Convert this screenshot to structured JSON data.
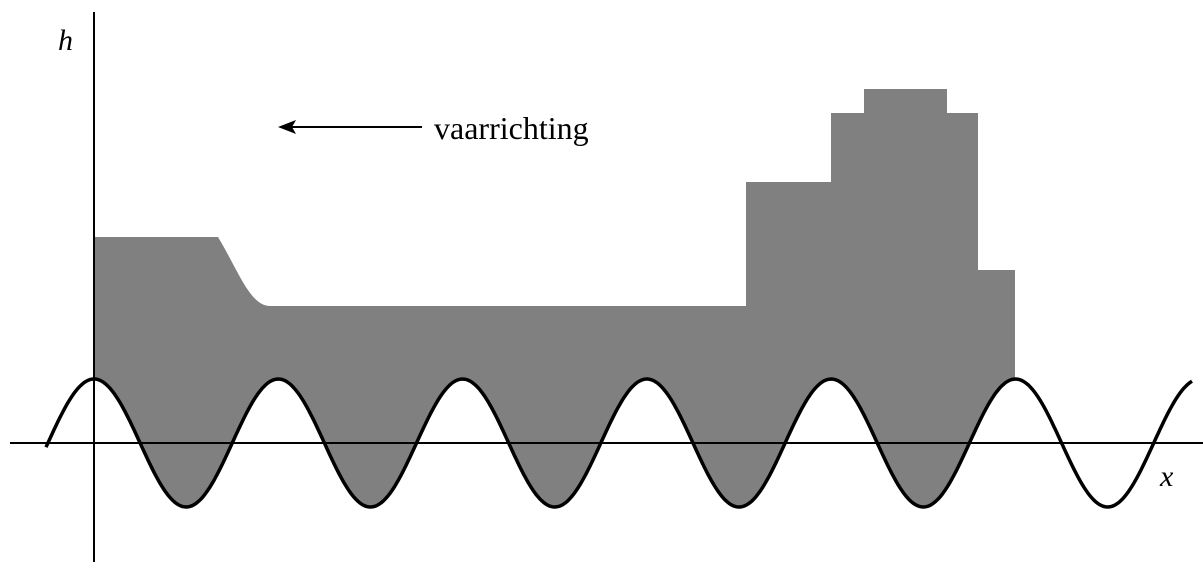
{
  "axes": {
    "y_label": "h",
    "x_label": "x"
  },
  "annotation": {
    "direction_label": "vaarrichting"
  },
  "colors": {
    "hull_fill": "#808080",
    "line": "#000000",
    "background": "#ffffff"
  }
}
